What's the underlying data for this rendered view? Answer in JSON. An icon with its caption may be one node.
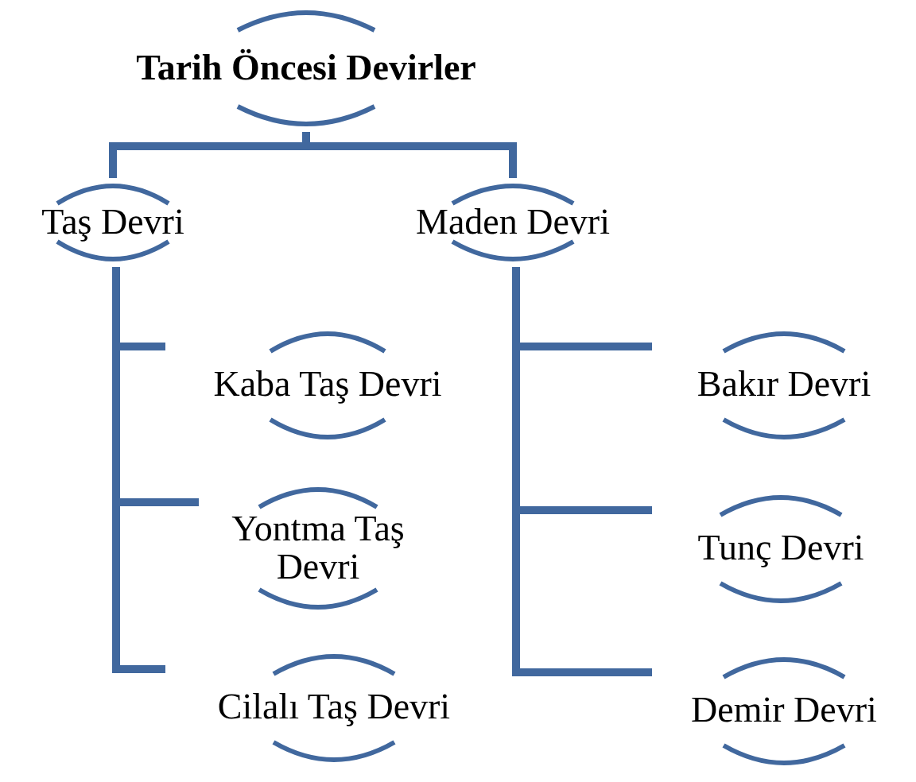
{
  "diagram": {
    "nodes": [
      {
        "text": [
          "Tarih Öncesi Devirler"
        ]
      },
      {
        "text": [
          "Taş Devri"
        ]
      },
      {
        "text": [
          "Maden Devri"
        ]
      },
      {
        "text": [
          "Kaba Taş Devri"
        ]
      },
      {
        "text": [
          "Yontma Taş Devri"
        ]
      },
      {
        "text": [
          "Cilalı Taş Devri"
        ]
      },
      {
        "text": [
          "Bakır Devri"
        ]
      },
      {
        "text": [
          "Tunç Devri"
        ]
      },
      {
        "text": [
          "Demir Devri"
        ]
      }
    ],
    "edges": [
      {
        "from": 0,
        "to": 1,
        "arrow": "none"
      },
      {
        "from": 0,
        "to": 2,
        "arrow": "none"
      },
      {
        "from": 1,
        "to": 3,
        "arrow": "none"
      },
      {
        "from": 1,
        "to": 4,
        "arrow": "none"
      },
      {
        "from": 1,
        "to": 5,
        "arrow": "none"
      },
      {
        "from": 2,
        "to": 6,
        "arrow": "none"
      },
      {
        "from": 2,
        "to": 7,
        "arrow": "none"
      },
      {
        "from": 2,
        "to": 8,
        "arrow": "none"
      }
    ]
  }
}
